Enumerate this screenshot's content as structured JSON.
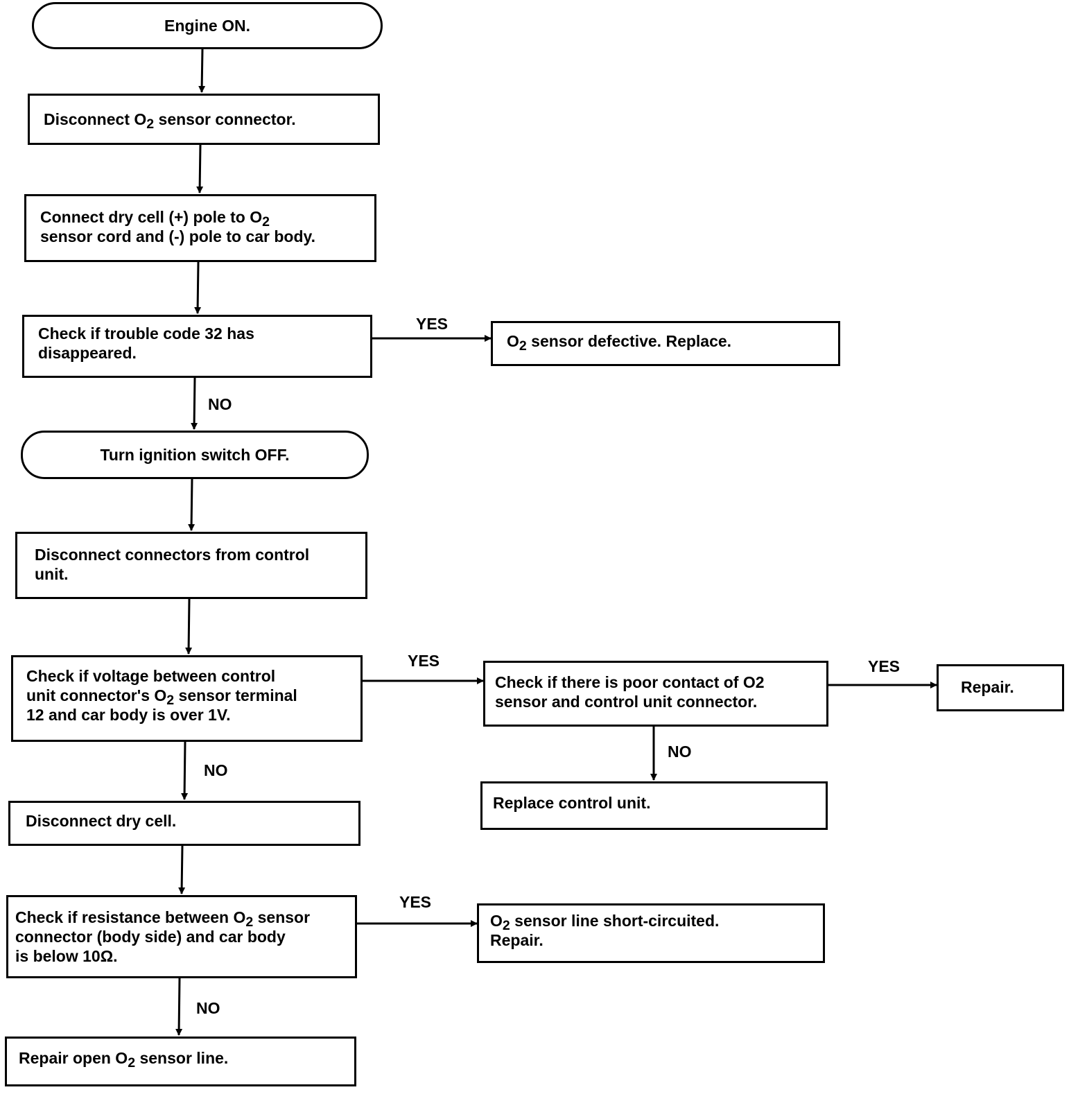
{
  "nodes": {
    "engine_on": "Engine ON.",
    "disconnect_o2": [
      "Disconnect O",
      "2",
      " sensor connector."
    ],
    "connect_dry_cell_l1": [
      "Connect dry cell (+) pole to O",
      "2"
    ],
    "connect_dry_cell_l2": "sensor cord and (-) pole to car body.",
    "check_code_32_l1": "Check if trouble code 32 has",
    "check_code_32_l2": "disappeared.",
    "o2_defective": [
      "O",
      "2",
      " sensor defective. Replace."
    ],
    "ignition_off": "Turn ignition switch OFF.",
    "disconnect_ctrl_l1": "Disconnect connectors from control",
    "disconnect_ctrl_l2": "unit.",
    "check_voltage_l1": "Check if voltage between control",
    "check_voltage_l2": [
      "unit connector's O",
      "2",
      " sensor terminal"
    ],
    "check_voltage_l3": "12 and car body is over 1V.",
    "check_contact_l1": "Check if there is poor contact of O2",
    "check_contact_l2": "sensor and control unit connector.",
    "repair_1": "Repair.",
    "replace_ctrl": "Replace control unit.",
    "disconnect_cell": "Disconnect dry cell.",
    "check_resist_l1": [
      "Check if resistance between O",
      "2",
      " sensor"
    ],
    "check_resist_l2": "connector (body side) and car body",
    "check_resist_l3": "is below 10Ω.",
    "short_circuit_l1": [
      "O",
      "2",
      " sensor line short-circuited."
    ],
    "short_circuit_l2": "Repair.",
    "repair_open": [
      "Repair open O",
      "2",
      " sensor line."
    ]
  },
  "labels": {
    "yes_1": "YES",
    "no_1": "NO",
    "yes_2": "YES",
    "yes_3": "YES",
    "no_2": "NO",
    "no_3": "NO",
    "yes_4": "YES",
    "no_4": "NO"
  }
}
